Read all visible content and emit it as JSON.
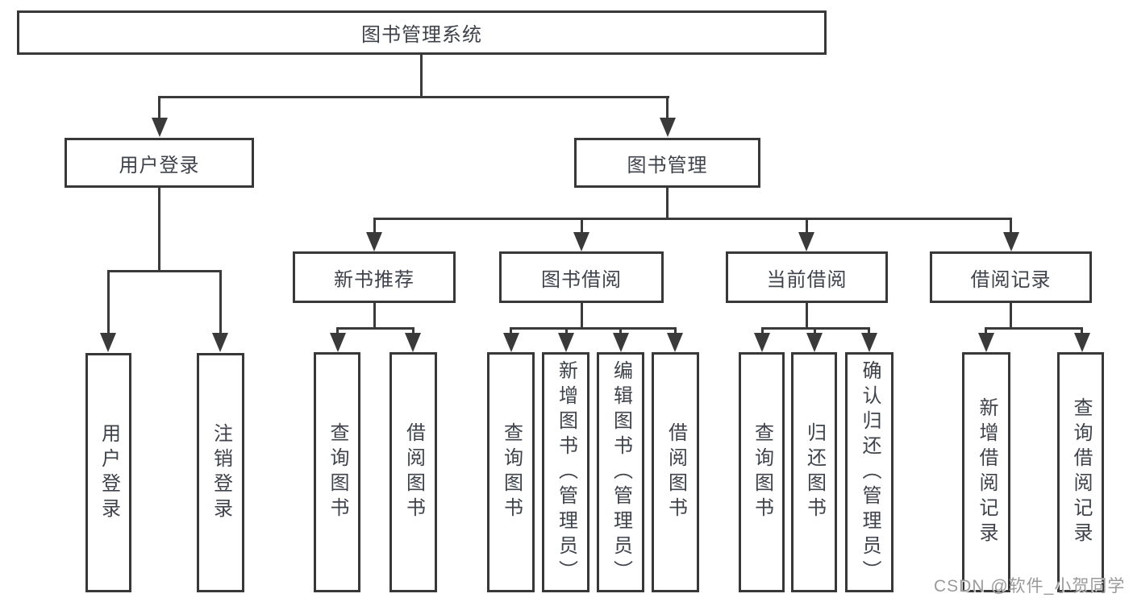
{
  "diagram": {
    "root": {
      "label": "图书管理系统"
    },
    "branches": [
      {
        "label": "用户登录",
        "children": [
          {
            "label": "用户登录"
          },
          {
            "label": "注销登录"
          }
        ]
      },
      {
        "label": "图书管理",
        "children": [
          {
            "label": "新书推荐",
            "children": [
              {
                "label": "查询图书"
              },
              {
                "label": "借阅图书"
              }
            ]
          },
          {
            "label": "图书借阅",
            "children": [
              {
                "label": "查询图书"
              },
              {
                "label": "新增图书（管理员）"
              },
              {
                "label": "编辑图书（管理员）"
              },
              {
                "label": "借阅图书"
              }
            ]
          },
          {
            "label": "当前借阅",
            "children": [
              {
                "label": "查询图书"
              },
              {
                "label": "归还图书"
              },
              {
                "label": "确认归还（管理员）"
              }
            ]
          },
          {
            "label": "借阅记录",
            "children": [
              {
                "label": "新增借阅记录"
              },
              {
                "label": "查询借阅记录"
              }
            ]
          }
        ]
      }
    ]
  },
  "watermark": {
    "text": "CSDN @软件_小贺同学"
  },
  "colors": {
    "line": "#3a3a3a",
    "box_border": "#383838",
    "text": "#3e434b",
    "watermark": "#9a9a9a",
    "background": "#ffffff"
  }
}
